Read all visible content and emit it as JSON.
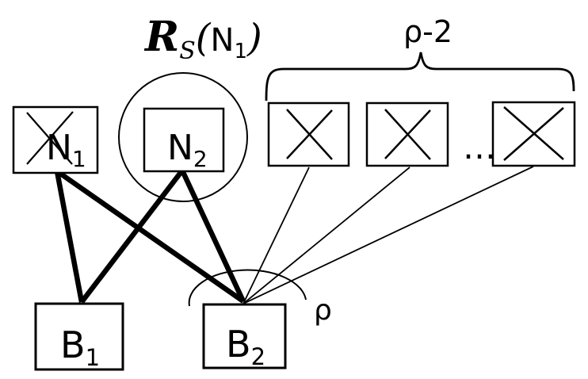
{
  "colors": {
    "ink": "#000000",
    "background": "#ffffff"
  },
  "title": {
    "script_r": "R",
    "r_subscript": "S",
    "open_paren": "(",
    "arg": "N",
    "arg_subscript": "1",
    "close_paren": ")"
  },
  "brace_label": "ρ-2",
  "angle_label": "ρ",
  "ellipsis": "…",
  "nodes": {
    "n1": {
      "base": "N",
      "sub": "1",
      "crossed_out": true
    },
    "n2": {
      "base": "N",
      "sub": "2",
      "crossed_out": false
    },
    "b1": {
      "base": "B",
      "sub": "1"
    },
    "b2": {
      "base": "B",
      "sub": "2"
    }
  }
}
